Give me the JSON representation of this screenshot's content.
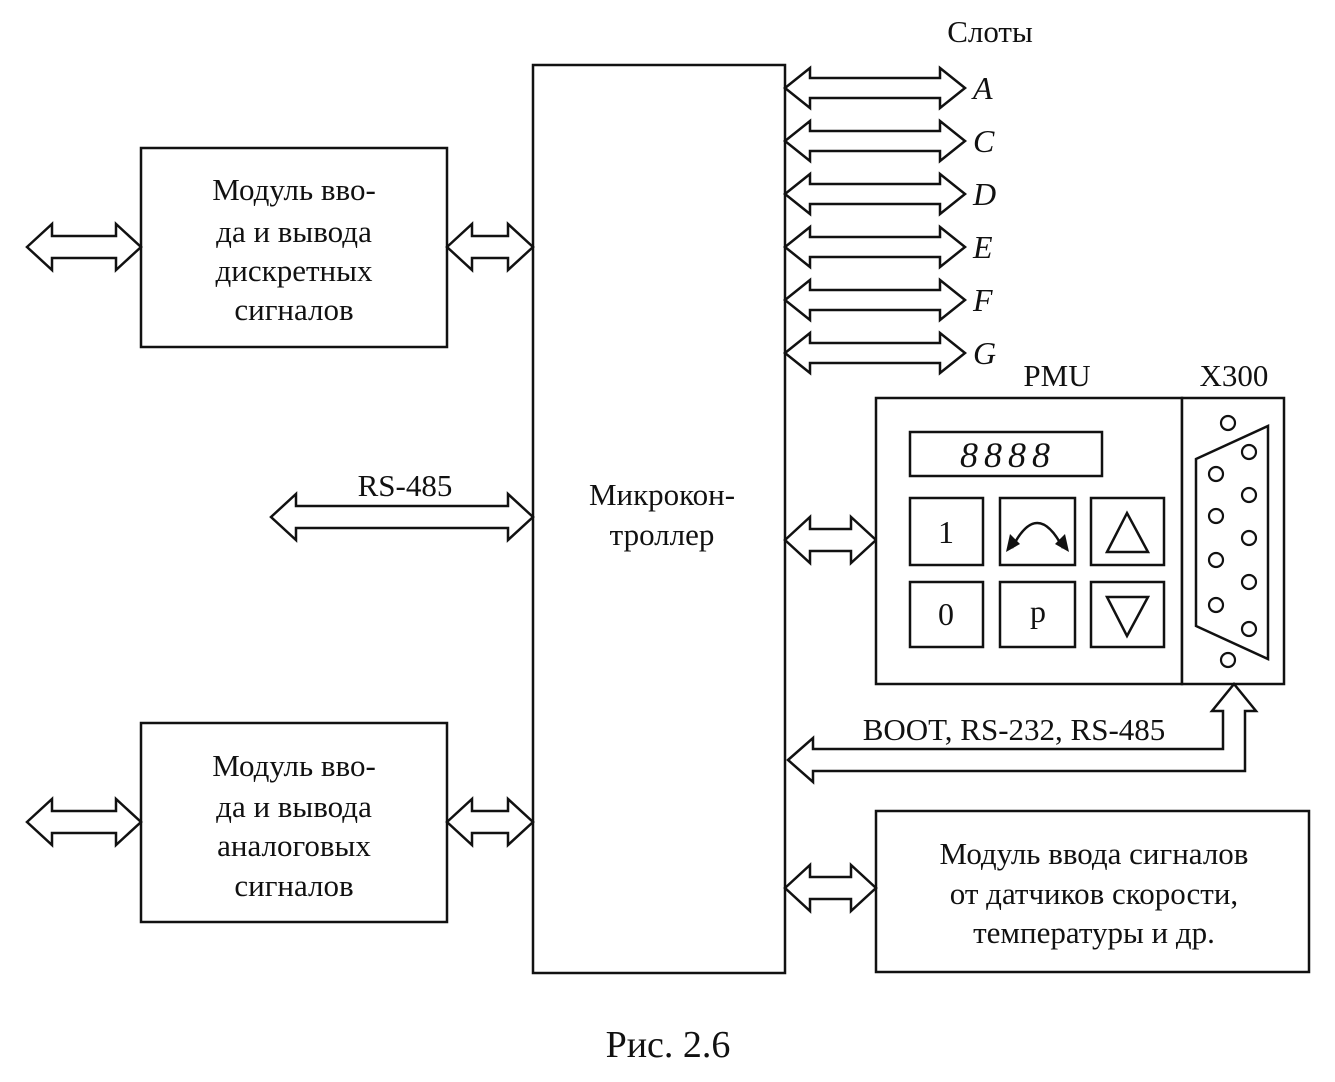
{
  "modules": {
    "discrete": [
      "Модуль вво-",
      "да и вывода",
      "дискретных",
      "сигналов"
    ],
    "analog": [
      "Модуль вво-",
      "да и вывода",
      "аналоговых",
      "сигналов"
    ],
    "sensors": [
      "Модуль ввода сигналов",
      "от датчиков скорости,",
      "температуры и др."
    ],
    "controller": [
      "Микрокон-",
      "троллер"
    ]
  },
  "slots": {
    "title": "Слоты",
    "items": [
      "A",
      "C",
      "D",
      "E",
      "F",
      "G"
    ]
  },
  "interfaces": {
    "rs485": "RS-485",
    "boot": "BOOT,  RS-232,  RS-485"
  },
  "pmu": {
    "title": "PMU",
    "display": "8888",
    "keys": [
      "1",
      "0",
      "p"
    ]
  },
  "connector": {
    "title": "X300"
  },
  "caption": "Рис. 2.6"
}
